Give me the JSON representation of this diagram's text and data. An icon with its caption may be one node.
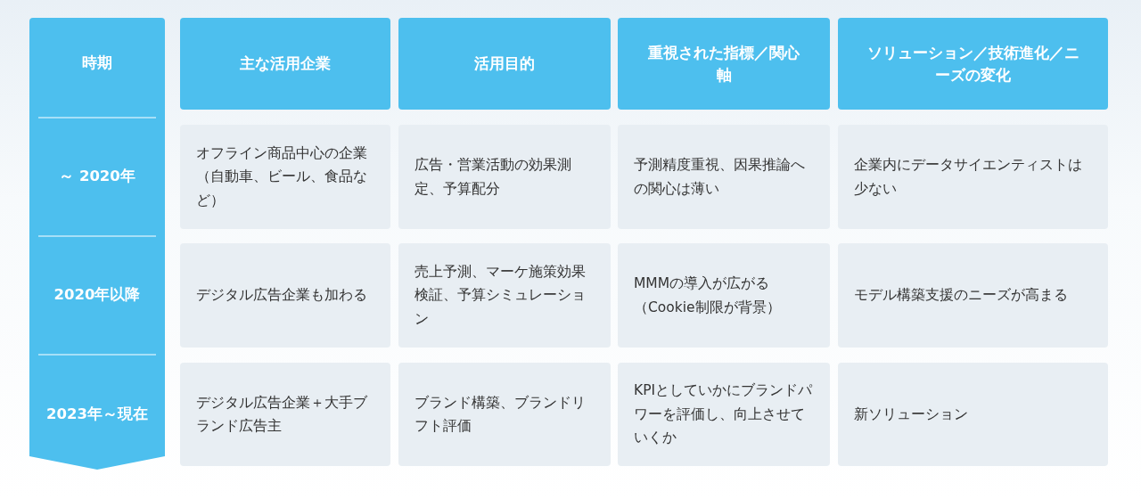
{
  "diagram": {
    "labels": [
      "時期",
      "主な活用企業",
      "活用目的",
      "重視された指標／関心軸",
      "ソリューション／技術進化／ニーズの変化",
      "～ 2020年",
      "オフライン商品中心の企業（自動車、ビール、食品など）",
      "広告・営業活動の効果測定、予算配分",
      "予測精度重視、因果推論への関心は薄い",
      "企業内にデータサイエンティストは少ない",
      "2020年以降",
      "デジタル広告企業も加わる",
      "売上予測、マーケ施策効果検証、予算シミュレーション",
      "MMMの導入が広がる（Cookie制限が背景）",
      "モデル構築支援のニーズが高まる",
      "2023年～現在",
      "デジタル広告企業＋大手ブランド広告主",
      "ブランド構築、ブランドリフト評価",
      "KPIとしていかにブランドパワーを評価し、向上させていくか",
      "新ソリューション"
    ]
  }
}
